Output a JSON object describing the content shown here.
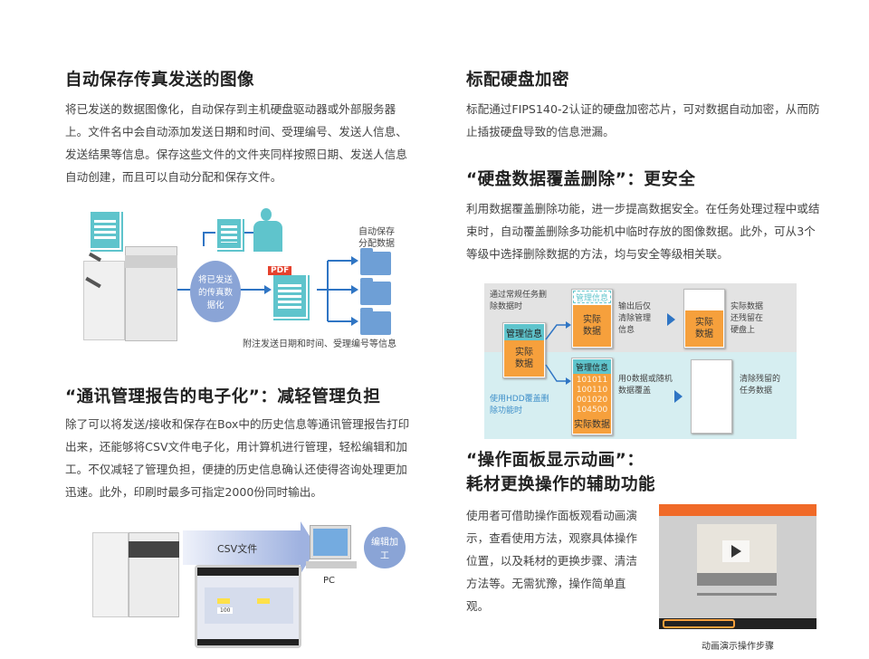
{
  "left": {
    "section1": {
      "title": "自动保存传真发送的图像",
      "body": "将已发送的数据图像化，自动保存到主机硬盘驱动器或外部服务器上。文件名中会自动添加发送日期和时间、受理编号、发送人信息、发送结果等信息。保存这些文件的文件夹同样按照日期、发送人信息自动创建，而且可以自动分配和保存文件。",
      "diagram": {
        "circle_label": "将已发送的传真数据化",
        "pdf_badge": "PDF",
        "folder_label": "自动保存分配数据",
        "caption": "附注发送日期和时间、受理编号等信息"
      }
    },
    "section2": {
      "title": "“通讯管理报告的电子化”：减轻管理负担",
      "body": "除了可以将发送/接收和保存在Box中的历史信息等通讯管理报告打印出来，还能够将CSV文件电子化，用计算机进行管理，轻松编辑和加工。不仅减轻了管理负担，便捷的历史信息确认还使得咨询处理更加迅速。此外，印刷时最多可指定2000份同时输出。",
      "diagram": {
        "arrow_label": "CSV文件",
        "pc_label": "PC",
        "bubble_label": "编辑加工",
        "screen_value": "100"
      }
    }
  },
  "right": {
    "section1": {
      "title": "标配硬盘加密",
      "body": "标配通过FIPS140-2认证的硬盘加密芯片，可对数据自动加密，从而防止插拔硬盘导致的信息泄漏。"
    },
    "section2": {
      "title": "“硬盘数据覆盖删除”：更安全",
      "body": "利用数据覆盖删除功能，进一步提高数据安全。在任务处理过程中或结束时，自动覆盖删除多功能机中临时存放的图像数据。此外，可从3个等级中选择删除数据的方法，均与安全等级相关联。",
      "diagram": {
        "row1_label": "通过常规任务删除数据时",
        "row2_label": "使用HDD覆盖删除功能时",
        "mgmt_info": "管理信息",
        "actual_data": "实际数据",
        "row1_step1": "输出后仅清除管理信息",
        "row1_step2": "实际数据还残留在硬盘上",
        "row2_step1": "用0数据或随机数据覆盖",
        "row2_step2": "清除残留的任务数据",
        "binary": "101011 100110 001020 104500"
      }
    },
    "section3": {
      "title_line1": "“操作面板显示动画”：",
      "title_line2": "耗材更换操作的辅助功能",
      "body": "使用者可借助操作面板观看动画演示，查看使用方法，观察具体操作位置，以及耗材的更换步骤、清洁方法等。无需犹豫，操作简单直观。",
      "caption": "动画演示操作步骤"
    }
  },
  "colors": {
    "teal": "#5fc4cc",
    "orange": "#f6a03c",
    "blue": "#2f75c4",
    "panel_orange": "#f06a28"
  }
}
